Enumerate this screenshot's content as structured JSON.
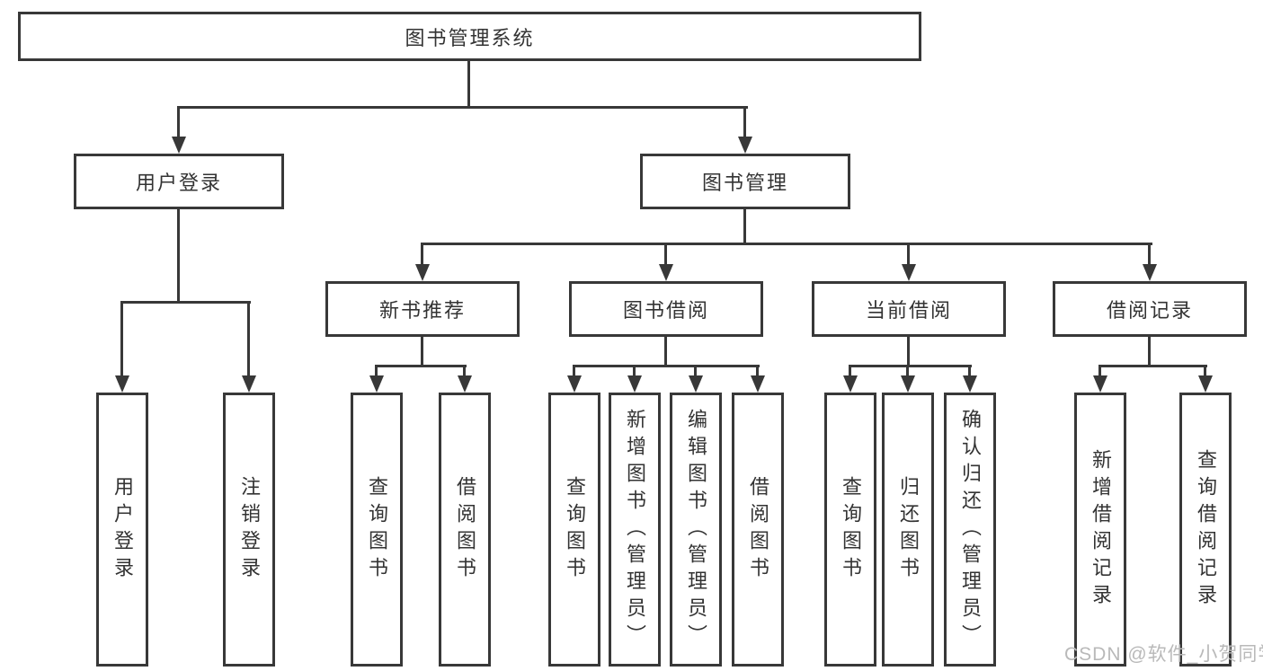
{
  "diagram": {
    "root": {
      "label": "图书管理系统"
    },
    "branches": [
      {
        "label": "用户登录",
        "children": [
          {
            "label": "用户登录"
          },
          {
            "label": "注销登录"
          }
        ]
      },
      {
        "label": "图书管理",
        "children": [
          {
            "label": "新书推荐",
            "children": [
              {
                "label": "查询图书"
              },
              {
                "label": "借阅图书"
              }
            ]
          },
          {
            "label": "图书借阅",
            "children": [
              {
                "label": "查询图书"
              },
              {
                "label": "新增图书（管理员）"
              },
              {
                "label": "编辑图书（管理员）"
              },
              {
                "label": "借阅图书"
              }
            ]
          },
          {
            "label": "当前借阅",
            "children": [
              {
                "label": "查询图书"
              },
              {
                "label": "归还图书"
              },
              {
                "label": "确认归还（管理员）"
              }
            ]
          },
          {
            "label": "借阅记录",
            "children": [
              {
                "label": "新增借阅记录"
              },
              {
                "label": "查询借阅记录"
              }
            ]
          }
        ]
      }
    ],
    "watermark": "CSDN @软件_小贺同学",
    "colors": {
      "line": "#383838",
      "text": "#333333",
      "watermark": "#b9b9b9",
      "background": "#ffffff"
    }
  }
}
